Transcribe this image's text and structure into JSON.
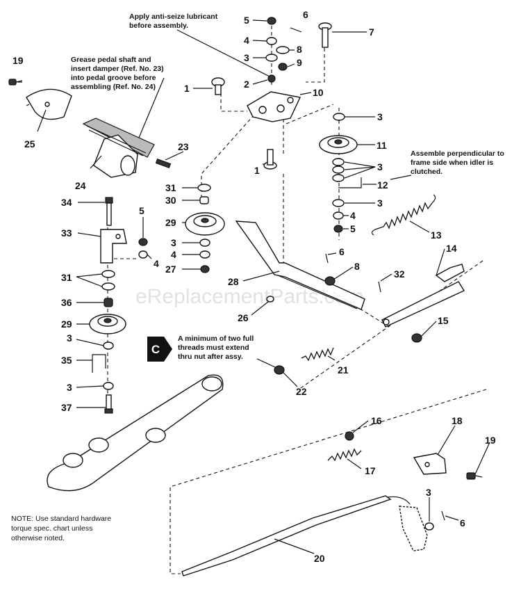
{
  "notes": {
    "antiseize": [
      "Apply anti-seize lubricant",
      "before assembly."
    ],
    "grease": [
      "Grease pedal shaft and",
      "insert damper (Ref. No. 23)",
      "into pedal groove before",
      "assembling (Ref. No. 24)"
    ],
    "perpendicular": [
      "Assemble perpendicular to",
      "frame side when idler is",
      "clutched."
    ],
    "threads": [
      "A minimum of two full",
      "threads must extend",
      "thru nut after assy."
    ],
    "hardware": [
      "NOTE: Use standard hardware",
      "torque spec. chart unless",
      "otherwise noted."
    ]
  },
  "callout_marker": "C",
  "watermark": "eReplacementParts.com",
  "labels": {
    "p1a": "1",
    "p1b": "1",
    "p2": "2",
    "p3a": "3",
    "p3b": "3",
    "p3c": "3",
    "p3d": "3",
    "p3e": "3",
    "p3f": "3",
    "p3g": "3",
    "p3h": "3",
    "p4a": "4",
    "p4b": "4",
    "p4c": "4",
    "p4d": "4",
    "p5a": "5",
    "p5b": "5",
    "p5c": "5",
    "p6a": "6",
    "p6b": "6",
    "p6c": "6",
    "p7": "7",
    "p8a": "8",
    "p8b": "8",
    "p9": "9",
    "p10": "10",
    "p11": "11",
    "p12": "12",
    "p13": "13",
    "p14": "14",
    "p15": "15",
    "p16": "16",
    "p17": "17",
    "p18": "18",
    "p19a": "19",
    "p19b": "19",
    "p20": "20",
    "p21": "21",
    "p22": "22",
    "p23": "23",
    "p24": "24",
    "p25": "25",
    "p26": "26",
    "p27": "27",
    "p28": "28",
    "p29a": "29",
    "p29b": "29",
    "p30": "30",
    "p31a": "31",
    "p31b": "31",
    "p32": "32",
    "p33": "33",
    "p34": "34",
    "p35": "35",
    "p36": "36",
    "p37": "37"
  }
}
